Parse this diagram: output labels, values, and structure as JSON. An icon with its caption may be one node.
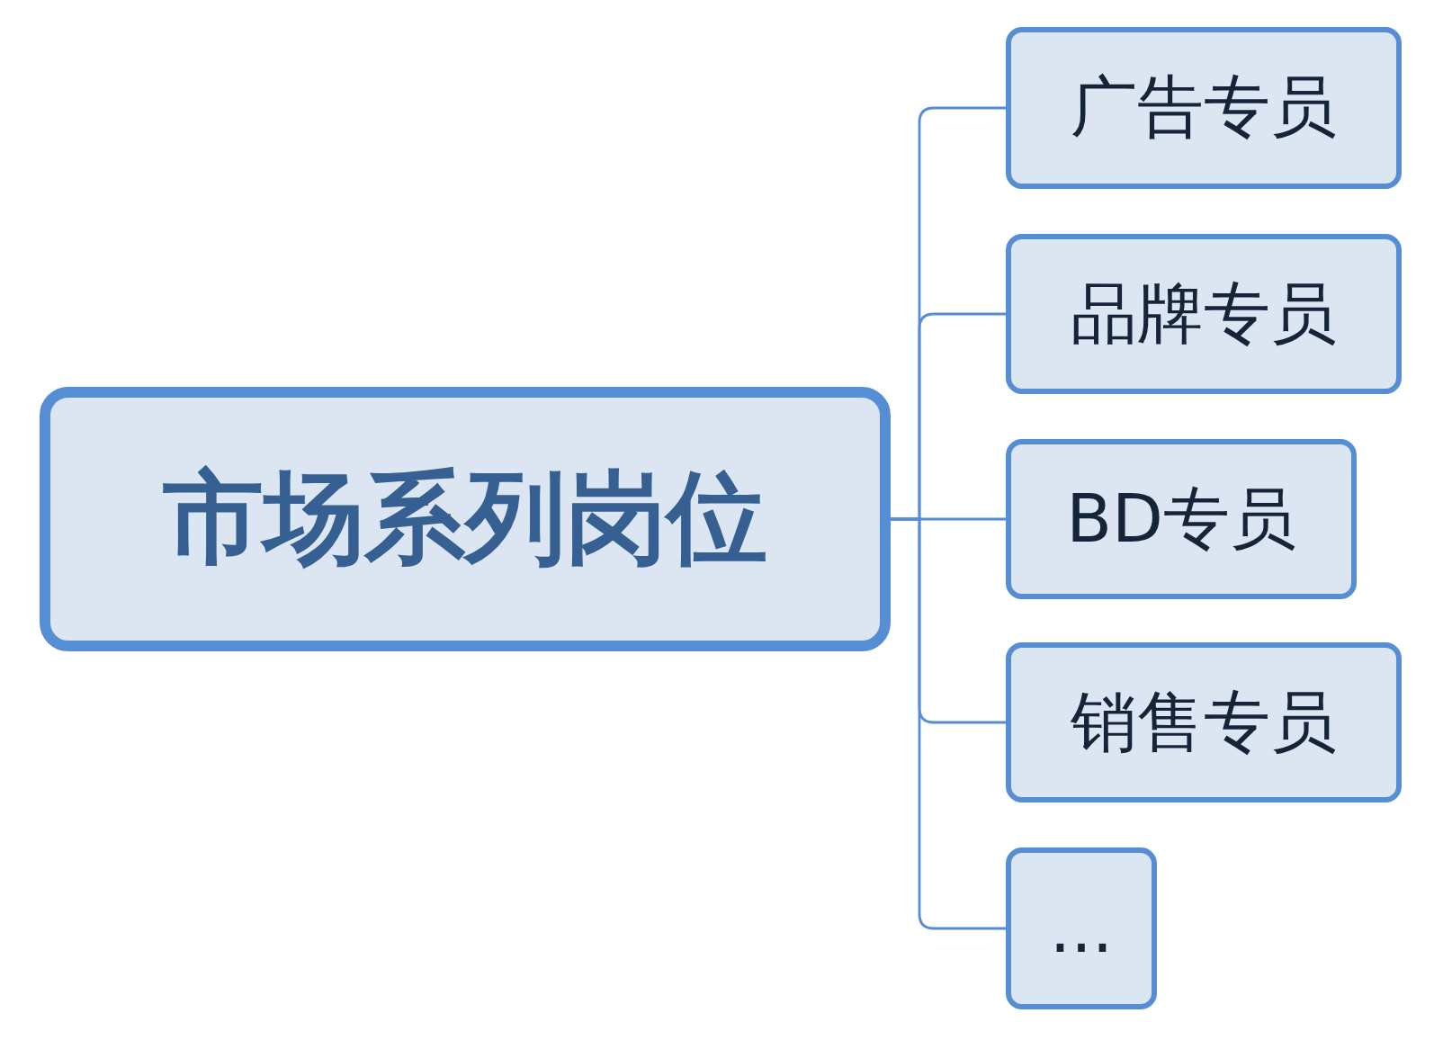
{
  "diagram": {
    "nodes": [
      {
        "text": [
          "市场系列岗位"
        ]
      },
      {
        "text": [
          "广告专员"
        ]
      },
      {
        "text": [
          "品牌专员"
        ]
      },
      {
        "text": [
          "BD专员"
        ]
      },
      {
        "text": [
          "销售专员"
        ]
      },
      {
        "text": [
          "..."
        ]
      }
    ],
    "edges": [
      {
        "from": 0,
        "to": 1,
        "arrow": "none"
      },
      {
        "from": 0,
        "to": 2,
        "arrow": "none"
      },
      {
        "from": 0,
        "to": 3,
        "arrow": "none"
      },
      {
        "from": 0,
        "to": 4,
        "arrow": "none"
      },
      {
        "from": 0,
        "to": 5,
        "arrow": "none"
      }
    ]
  }
}
